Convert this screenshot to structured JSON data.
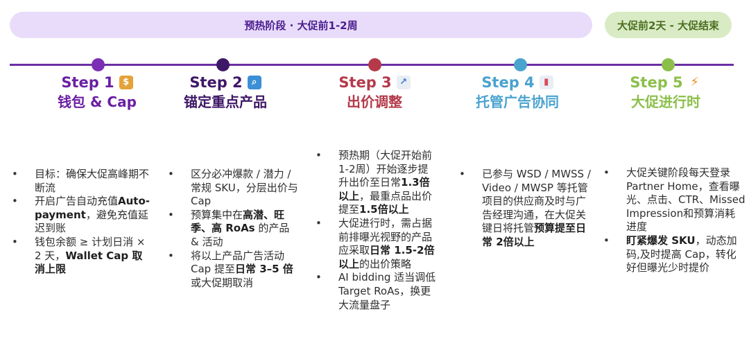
{
  "phases": {
    "warmup": "预热阶段 · 大促前1-2周",
    "final": "大促前2天 - 大促结束"
  },
  "steps": [
    {
      "num": "Step 1",
      "icon": "money-bag-icon",
      "title": "钱包 & Cap",
      "color": "#6b1fa3"
    },
    {
      "num": "Step 2",
      "icon": "magnifier-icon",
      "title": "锚定重点产品",
      "color": "#3e1766"
    },
    {
      "num": "Step 3",
      "icon": "chart-increasing-icon",
      "title": "出价调整",
      "color": "#b43a4a"
    },
    {
      "num": "Step 4",
      "icon": "bar-chart-icon",
      "title": "托管广告协同",
      "color": "#4aa3cf"
    },
    {
      "num": "Step 5",
      "icon": "lightning-icon",
      "title": "大促进行时",
      "color": "#8cbf4a"
    }
  ],
  "bullets": {
    "s1": [
      [
        "目标：确保大促高峰期不断流"
      ],
      [
        "开启广告自动充值",
        "Auto-payment",
        "，避免充值延迟到账"
      ],
      [
        "钱包余额 ≥ 计划日消 × 2 天，",
        "Wallet Cap 取消上限"
      ]
    ],
    "s2": [
      [
        "区分必冲爆款 / 潜力 / 常规 SKU，分层出价与 Cap"
      ],
      [
        "预算集中在",
        "高潜、旺季、高 RoAs",
        " 的产品 & 活动"
      ],
      [
        "将以上产品广告活动 Cap 提至",
        "日常 3–5 倍",
        "或大促期取消"
      ]
    ],
    "s3": [
      [
        "预热期（大促开始前1-2周）开始逐步提升出价至日常",
        "1.3倍以上",
        "，最重点品出价提至",
        "1.5倍以上"
      ],
      [
        "大促进行时，需占据前排曝光视野的产品应采取",
        "日常 1.5-2倍以上",
        "的出价策略"
      ],
      [
        "AI bidding 适当调低 Target RoAs，换更大流量盘子"
      ]
    ],
    "s4": [
      [
        "已参与 WSD / MWSS / Video / MWSP 等托管项目的供应商及时与广告经理沟通，在大促关键日将托管",
        "预算提至日常 2倍以上"
      ]
    ],
    "s5": [
      [
        "大促关键阶段每天登录 Partner Home，查看曝光、点击、CTR、Missed Impression和预算消耗进度"
      ],
      [
        "盯紧爆发 SKU",
        "，动态加码,及时提高 Cap，转化好但曝光少时提价"
      ]
    ]
  }
}
